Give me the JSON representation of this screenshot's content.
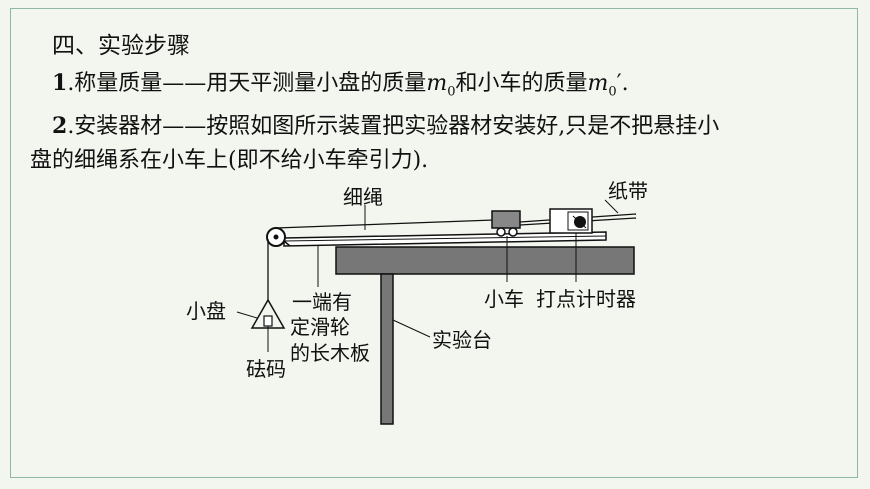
{
  "section": {
    "heading": "四、实验步骤"
  },
  "step1": {
    "number": "1",
    "text_a": ".称量质量——用天平测量小盘的质量",
    "var_a": "m",
    "sub_a": "0",
    "text_b": "和小车的质量",
    "var_b": "m",
    "sub_b": "0",
    "text_c": "′."
  },
  "step2": {
    "number": "2",
    "text_line1": ".安装器材——按照如图所示装置把实验器材安装好,只是不把悬挂小",
    "text_line2": "盘的细绳系在小车上(即不给小车牵引力)."
  },
  "diagram": {
    "labels": {
      "rope": "细绳",
      "tape": "纸带",
      "pan": "小盘",
      "weight": "砝码",
      "board_line1": "一端有",
      "board_line2": "定滑轮",
      "board_line3": "的长木板",
      "cart": "小车",
      "timer": "打点计时器",
      "table": "实验台"
    }
  }
}
